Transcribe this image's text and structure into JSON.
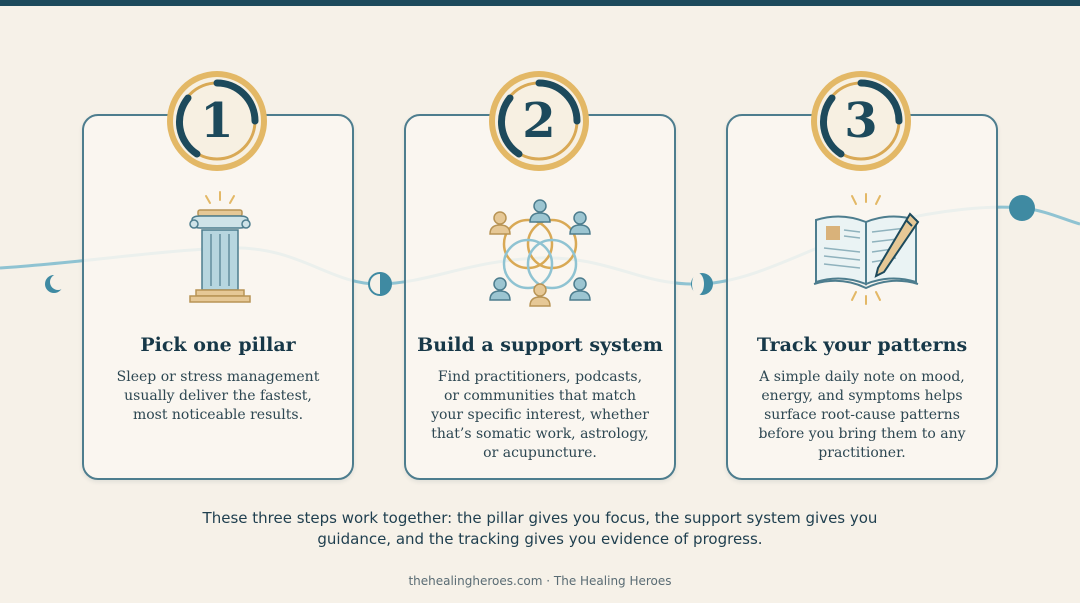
{
  "colors": {
    "navy": "#1d4a5c",
    "teal": "#4d7d8e",
    "gold": "#d9a955",
    "wave": "#8fc3d2",
    "background": "#f6f1e8"
  },
  "steps": [
    {
      "number": "1",
      "icon": "pillar-icon",
      "title": "Pick one pillar",
      "description": "Sleep or stress management usually deliver the fastest, most noticeable results."
    },
    {
      "number": "2",
      "icon": "support-network-icon",
      "title": "Build a support system",
      "description": "Find practitioners, podcasts, or communities that match your specific interest, whether that’s somatic work, astrology, or acupuncture."
    },
    {
      "number": "3",
      "icon": "journal-pen-icon",
      "title": "Track your patterns",
      "description": "A simple daily note on mood, energy, and symptoms helps surface root-cause patterns before you bring them to any practitioner."
    }
  ],
  "summary": "These three steps work together: the pillar gives you focus, the support system gives you guidance, and the tracking gives you evidence of progress.",
  "footer": "thehealingheroes.com · The Healing Heroes"
}
